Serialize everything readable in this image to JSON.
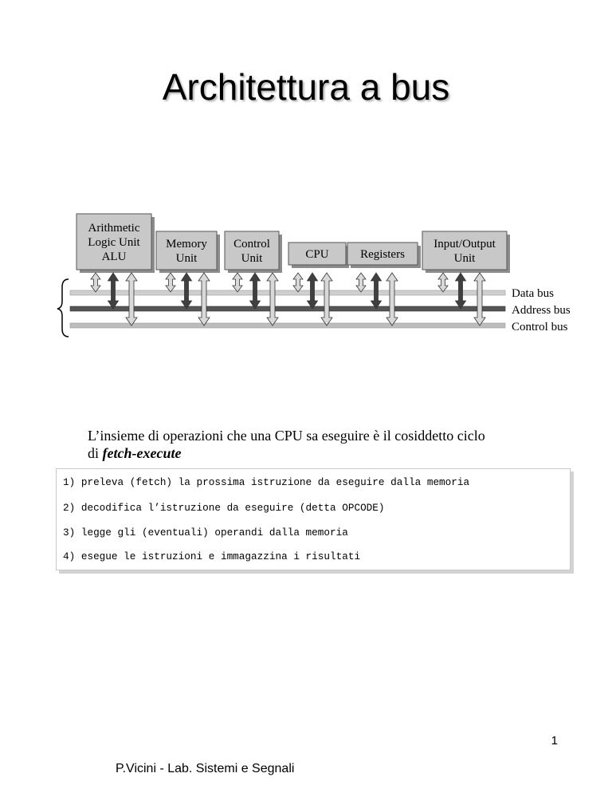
{
  "title": "Architettura a bus",
  "diagram": {
    "units": [
      {
        "lines": [
          "Arithmetic",
          "Logic Unit",
          "ALU"
        ]
      },
      {
        "lines": [
          "Memory",
          "Unit"
        ]
      },
      {
        "lines": [
          "Control",
          "Unit"
        ]
      },
      {
        "lines": [
          "CPU"
        ]
      },
      {
        "lines": [
          "Registers"
        ]
      },
      {
        "lines": [
          "Input/Output",
          "Unit"
        ]
      }
    ],
    "buses": [
      "Data bus",
      "Address bus",
      "Control bus"
    ],
    "colors": {
      "box_fill": "#c8c8c8",
      "box_shadow": "#8c8c8c",
      "data_bus": "#cfcfcf",
      "address_bus": "#555555",
      "control_bus": "#bdbdbd",
      "arrow_dark": "#404040",
      "arrow_light": "#d9d9d9"
    }
  },
  "intro": {
    "line1": "L’insieme di operazioni che una CPU sa eseguire è il cosiddetto ciclo",
    "line2_prefix": "di ",
    "line2_keyword": "fetch-execute"
  },
  "steps": [
    "1) preleva (fetch) la prossima istruzione da eseguire dalla memoria",
    "2) decodifica l’istruzione da eseguire (detta OPCODE)",
    "3) legge gli (eventuali) operandi dalla memoria",
    "4) esegue le istruzioni e immagazzina i risultati"
  ],
  "page_number": "1",
  "footer": "P.Vicini - Lab. Sistemi e Segnali"
}
